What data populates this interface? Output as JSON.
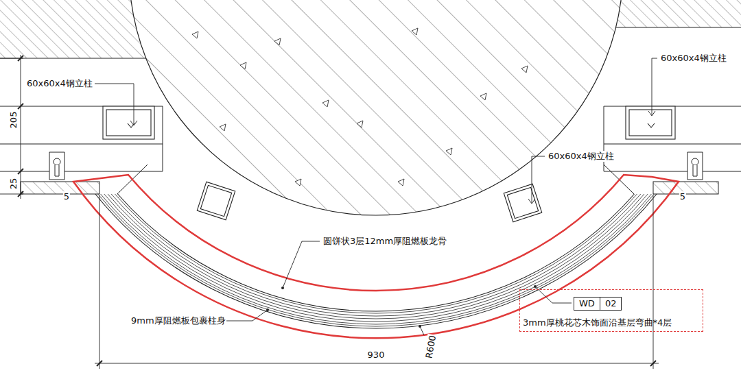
{
  "diagram": {
    "nodes": [
      {
        "text": [
          "3mm厚桃花芯木饰面沿基层弯曲*4层"
        ]
      },
      {
        "text": [
          "WD"
        ],
        "in": 0
      },
      {
        "text": [
          "02"
        ],
        "in": 0
      }
    ],
    "labels": [
      "60x60x4钢立柱",
      "60x60x4钢立柱",
      "205",
      "60x60x4钢立柱",
      "25",
      "5",
      "5",
      "圆饼状3层12mm厚阻燃板龙骨",
      "9mm厚阻燃板包裹柱身",
      "R600",
      "930"
    ]
  }
}
